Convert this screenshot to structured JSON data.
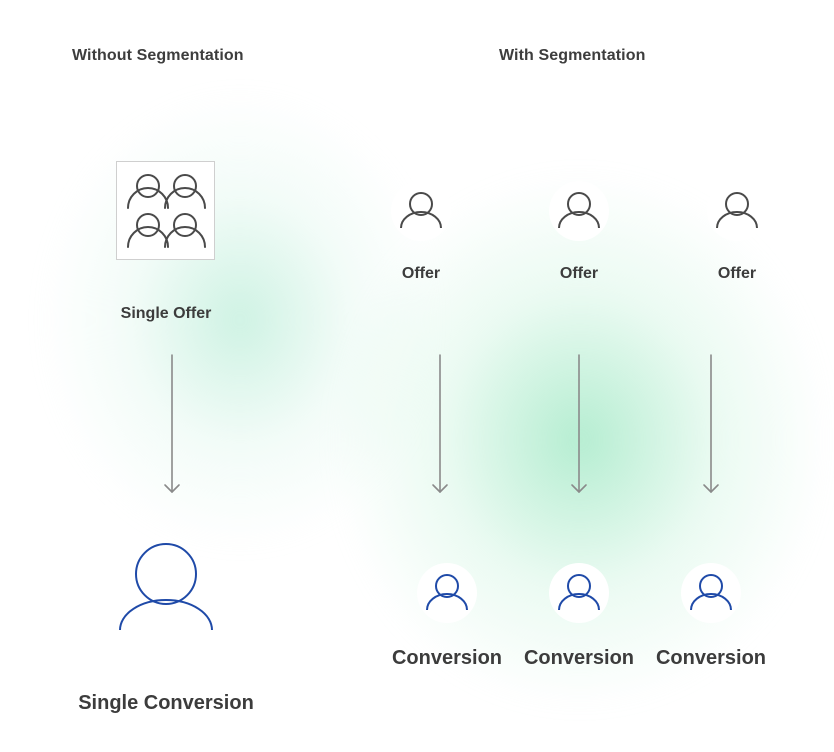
{
  "headings": {
    "left": "Without Segmentation",
    "right": "With Segmentation"
  },
  "left_column": {
    "offer_icon": "user-group-icon",
    "offer_label": "Single Offer",
    "conversion_icon": "user-icon",
    "conversion_label": "Single Conversion"
  },
  "right_columns": [
    {
      "offer_icon": "user-icon",
      "offer_label": "Offer",
      "conversion_icon": "user-icon",
      "conversion_label": "Conversion"
    },
    {
      "offer_icon": "user-icon",
      "offer_label": "Offer",
      "conversion_icon": "user-icon",
      "conversion_label": "Conversion"
    },
    {
      "offer_icon": "user-icon",
      "offer_label": "Offer",
      "conversion_icon": "user-icon",
      "conversion_label": "Conversion"
    }
  ],
  "colors": {
    "text": "#3c3c3c",
    "gray_icon": "#4a4a4a",
    "arrow": "#8a8a8a",
    "blue_icon": "#1f4aa8",
    "glow": "#a6ecc8"
  }
}
